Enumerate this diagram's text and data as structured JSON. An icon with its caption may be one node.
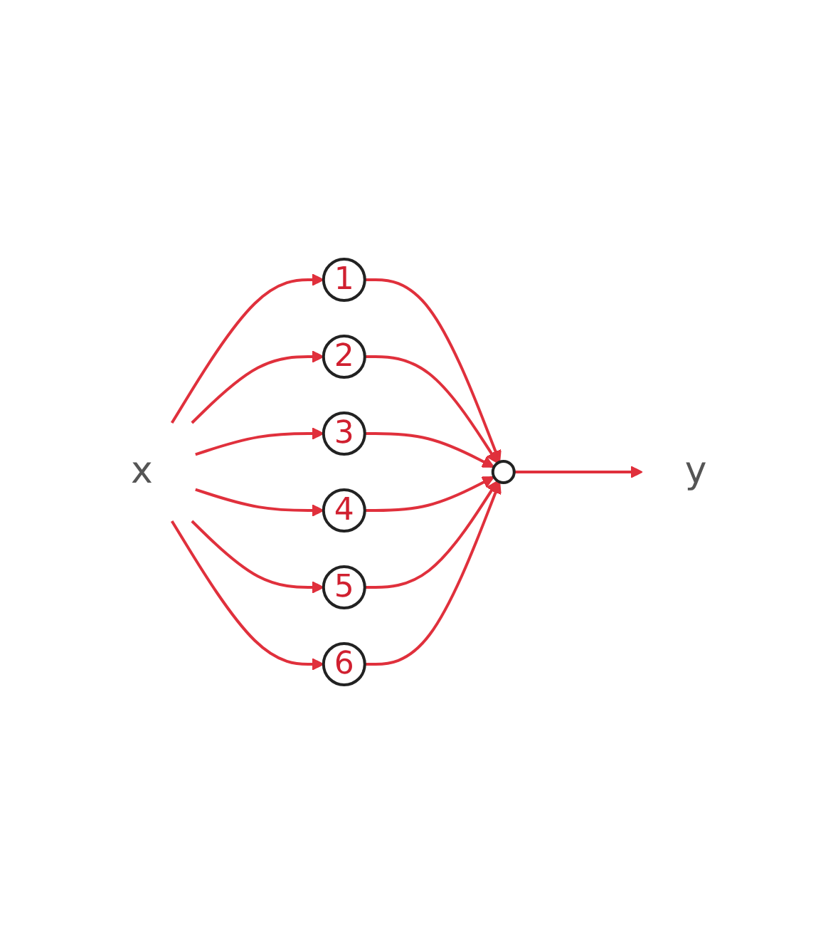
{
  "diagram": {
    "nodes": [
      {
        "text": [
          "x"
        ]
      },
      {
        "text": [
          "1"
        ]
      },
      {
        "text": [
          "2"
        ]
      },
      {
        "text": [
          "3"
        ]
      },
      {
        "text": [
          "4"
        ]
      },
      {
        "text": [
          "5"
        ]
      },
      {
        "text": [
          "6"
        ]
      },
      {
        "text": [],
        "shape": "circle"
      },
      {
        "text": [
          "y"
        ]
      }
    ],
    "edges": [
      {
        "from": 0,
        "to": 1,
        "arrow": "to"
      },
      {
        "from": 0,
        "to": 2,
        "arrow": "to"
      },
      {
        "from": 0,
        "to": 3,
        "arrow": "to"
      },
      {
        "from": 0,
        "to": 4,
        "arrow": "to"
      },
      {
        "from": 0,
        "to": 5,
        "arrow": "to"
      },
      {
        "from": 0,
        "to": 6,
        "arrow": "to"
      },
      {
        "from": 1,
        "to": 7,
        "arrow": "to"
      },
      {
        "from": 2,
        "to": 7,
        "arrow": "to"
      },
      {
        "from": 3,
        "to": 7,
        "arrow": "to"
      },
      {
        "from": 4,
        "to": 7,
        "arrow": "to"
      },
      {
        "from": 5,
        "to": 7,
        "arrow": "to"
      },
      {
        "from": 6,
        "to": 7,
        "arrow": "to"
      },
      {
        "from": 7,
        "to": 8,
        "arrow": "to"
      }
    ]
  }
}
